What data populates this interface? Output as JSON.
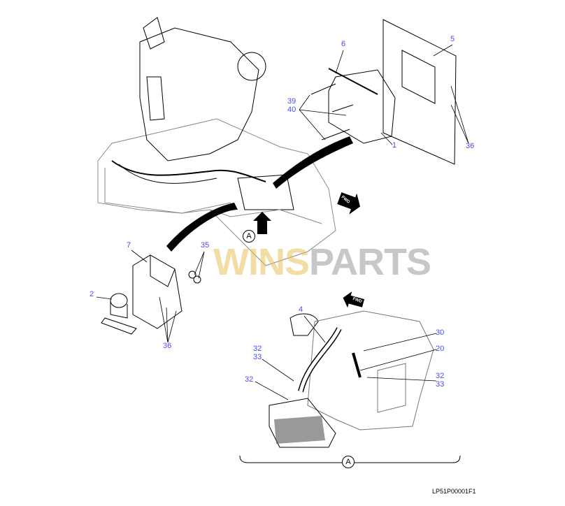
{
  "diagram": {
    "drawing_code": "LP51P00001F1",
    "watermark": {
      "part1": "WINS",
      "part2": "PARTS"
    },
    "detail_marker": "A",
    "direction_labels": [
      "FWD",
      "FWD"
    ],
    "callouts": {
      "top_right": [
        "5",
        "6",
        "39",
        "40",
        "1",
        "36"
      ],
      "left": [
        "7",
        "35",
        "2",
        "36"
      ],
      "detail_a": [
        "4",
        "30",
        "20",
        "32",
        "33",
        "32",
        "32",
        "33"
      ]
    }
  }
}
